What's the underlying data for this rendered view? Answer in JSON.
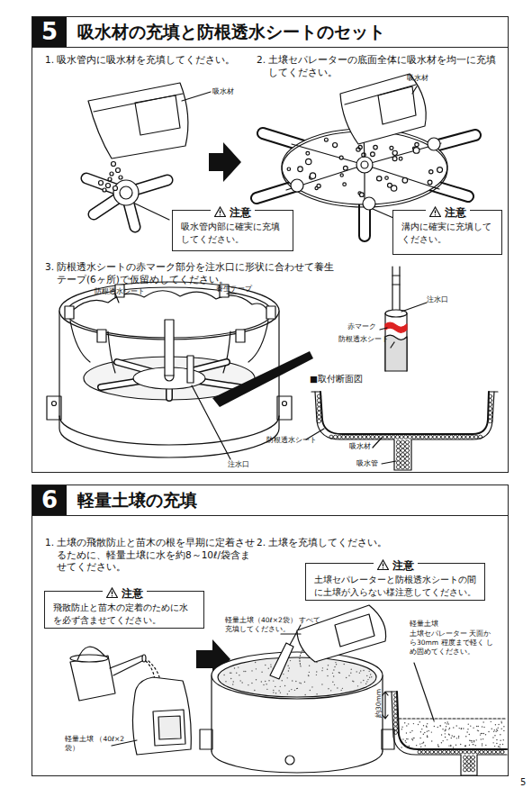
{
  "diagram": {
    "nodes": [
      {
        "text": [
          "吸水材の充填と防根透水シートのセット"
        ]
      },
      {
        "text": [
          "5"
        ],
        "in": 0
      },
      {
        "text": [
          "注意",
          "吸水管内部に確実に充填してください。"
        ],
        "in": 0
      },
      {
        "text": [
          "注意",
          "溝内に確実に充填してください。"
        ],
        "in": 0
      },
      {
        "text": [
          "軽量土壌の充填"
        ]
      },
      {
        "text": [
          "6"
        ],
        "in": 4
      },
      {
        "text": [
          "注意",
          "飛散防止と苗木の定着のために水を必ず含ませてください。"
        ],
        "in": 4
      },
      {
        "text": [
          "注意",
          "土壌セパレーターと防根透水シートの間に土壌が入らない様注意してください。"
        ],
        "in": 4
      }
    ],
    "labels": [
      "1. 吸水管内に吸水材を充填してください。",
      "2. 土壌セパレーターの底面全体に吸水材を均一に充填してください。",
      "吸水材",
      "吸水材",
      "3. 防根透水シートの赤マーク部分を注水口に形状に合わせて養生テープ(6ヶ所)で仮留めしてください。",
      "防根透水シート",
      "養生テープ",
      "注水口",
      "注水口",
      "赤マーク",
      "防根透水シート",
      "■取付断面図",
      "防根透水シート",
      "吸水材",
      "吸水管",
      "1. 土壌の飛散防止と苗木の根を早期に定着させるために、軽量土壌に水を約8～10ℓ/袋含ませてください。",
      "2. 土壌を充填してください。",
      "軽量土壌（40ℓ×2袋） すべて充填してください。",
      "軽量土壌",
      "土壌セパレーター 天面から30mm 程度まで軽く しめ固めてください。",
      "約30mm",
      "軽量土壌 （40ℓ×2袋）",
      "5"
    ]
  }
}
